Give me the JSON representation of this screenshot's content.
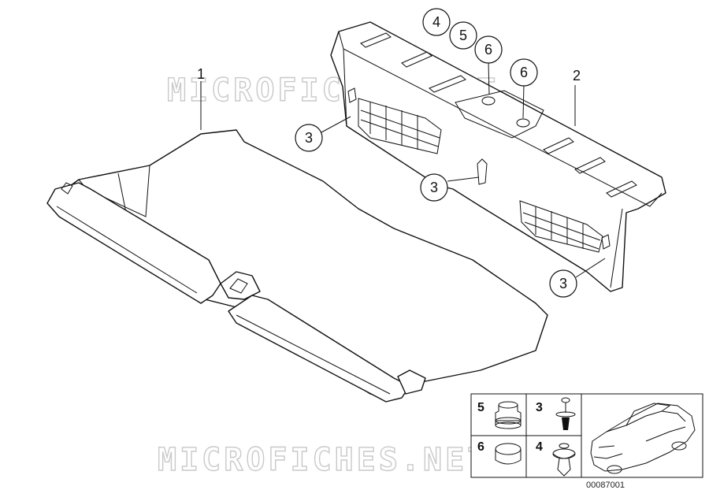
{
  "diagram": {
    "callouts": [
      {
        "id": "c1",
        "label": "1"
      },
      {
        "id": "c2",
        "label": "2"
      },
      {
        "id": "c3a",
        "label": "3"
      },
      {
        "id": "c3b",
        "label": "3"
      },
      {
        "id": "c3c",
        "label": "3"
      },
      {
        "id": "c4",
        "label": "4"
      },
      {
        "id": "c5",
        "label": "5"
      },
      {
        "id": "c6a",
        "label": "6"
      },
      {
        "id": "c6b",
        "label": "6"
      }
    ],
    "inset": {
      "cells": [
        {
          "label": "5",
          "part": "plug-with-collar"
        },
        {
          "label": "3",
          "part": "clip-screw"
        },
        {
          "label": "6",
          "part": "round-cap"
        },
        {
          "label": "4",
          "part": "expanding-rivet"
        }
      ],
      "vehicle_icon": "car-sedan-icon"
    },
    "watermarks": [
      "MICROFICHES.NET",
      "MICROFICHES.NET"
    ],
    "document_number": "00087001"
  },
  "colors": {
    "line": "#111111",
    "watermark": "#c9c9c9",
    "background": "#ffffff"
  }
}
